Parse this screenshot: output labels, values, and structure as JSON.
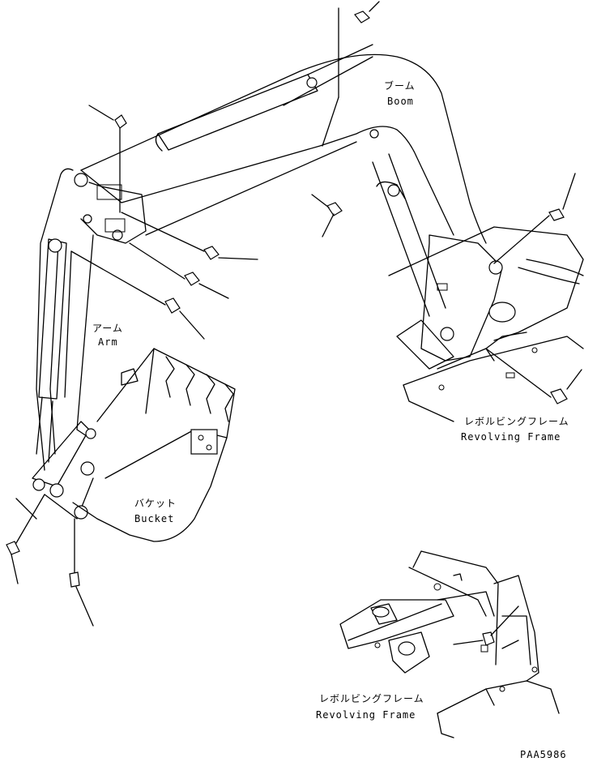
{
  "labels": {
    "boom_jp": "ブーム",
    "boom_en": "Boom",
    "arm_jp": "アーム",
    "arm_en": "Arm",
    "bucket_jp": "バケット",
    "bucket_en": "Bucket",
    "frame_jp": "レボルビングフレーム",
    "frame_en": "Revolving Frame",
    "frame2_jp": "レボルビングフレーム",
    "frame2_en": "Revolving Frame"
  },
  "drawing_code": "PAA5986"
}
